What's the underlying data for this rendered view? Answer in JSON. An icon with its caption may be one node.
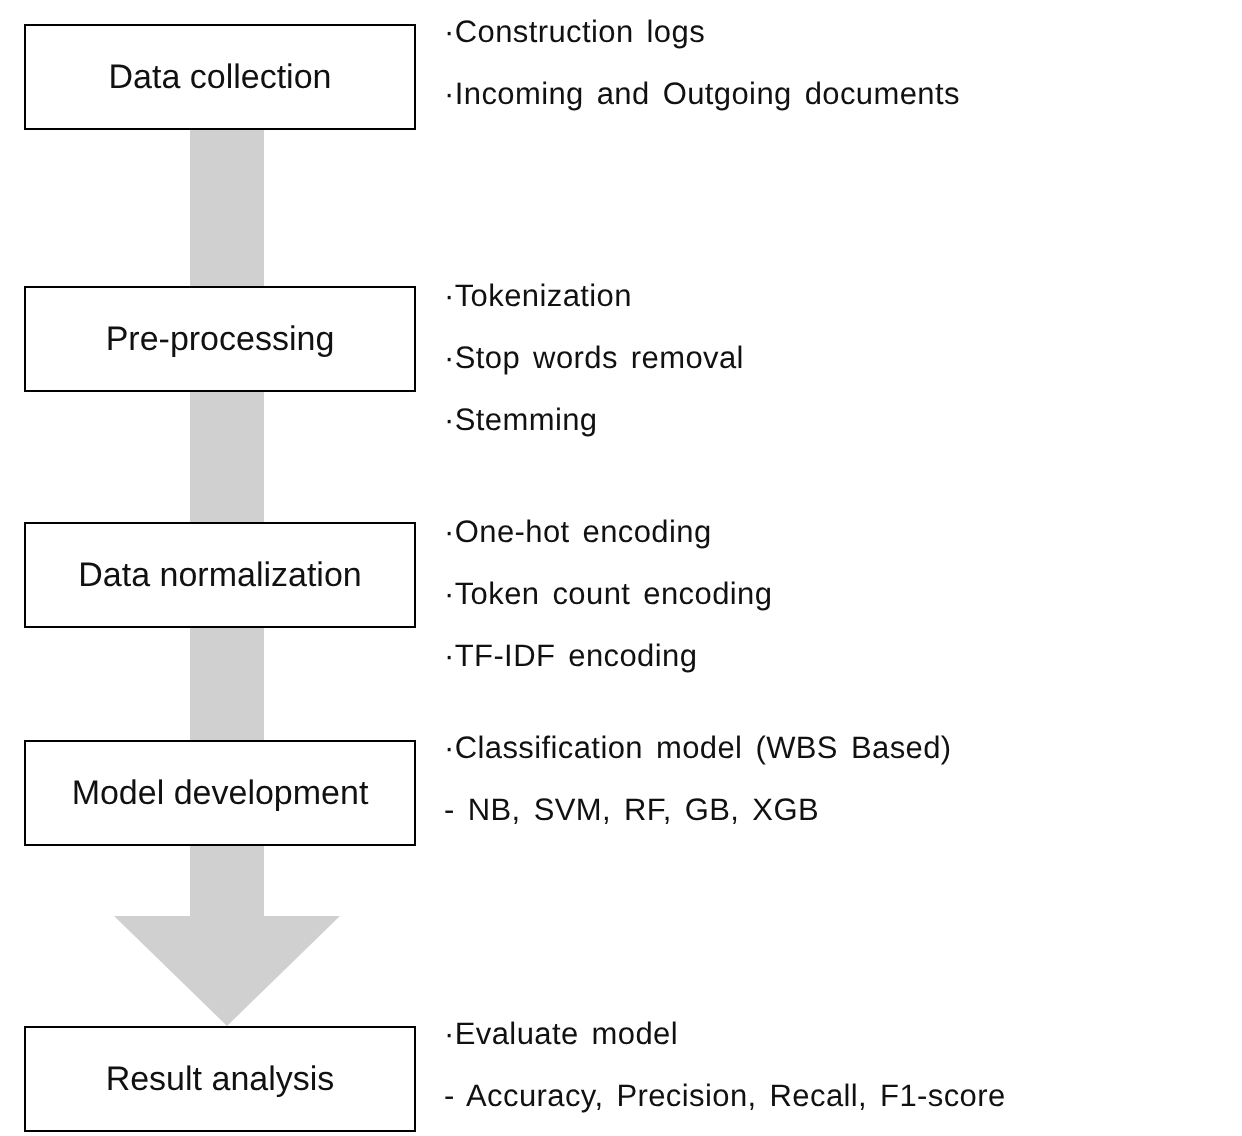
{
  "diagram": {
    "nodes": [
      {
        "text": [
          "Data collection"
        ],
        "beside": [
          "·Construction logs",
          "·Incoming and Outgoing documents"
        ]
      },
      {
        "text": [
          "Pre-processing"
        ],
        "beside": [
          "·Tokenization",
          "·Stop words removal",
          "·Stemming"
        ]
      },
      {
        "text": [
          "Data normalization"
        ],
        "beside": [
          "·One-hot encoding",
          "·Token count encoding",
          "·TF-IDF encoding"
        ]
      },
      {
        "text": [
          "Model development"
        ],
        "beside": [
          "·Classification model (WBS Based)",
          "- NB, SVM, RF, GB, XGB"
        ]
      },
      {
        "text": [
          "Result analysis"
        ],
        "beside": [
          "·Evaluate model",
          "- Accuracy, Precision, Recall, F1-score"
        ]
      }
    ],
    "edges": [
      {
        "from": 0,
        "to": 1,
        "arrow": "none",
        "style": "thick",
        "color": "#d0d0d0"
      },
      {
        "from": 1,
        "to": 2,
        "arrow": "none",
        "style": "thick",
        "color": "#d0d0d0"
      },
      {
        "from": 2,
        "to": 3,
        "arrow": "none",
        "style": "thick",
        "color": "#d0d0d0"
      },
      {
        "from": 3,
        "to": 4,
        "arrow": "to",
        "style": "thick",
        "color": "#d0d0d0"
      }
    ]
  }
}
